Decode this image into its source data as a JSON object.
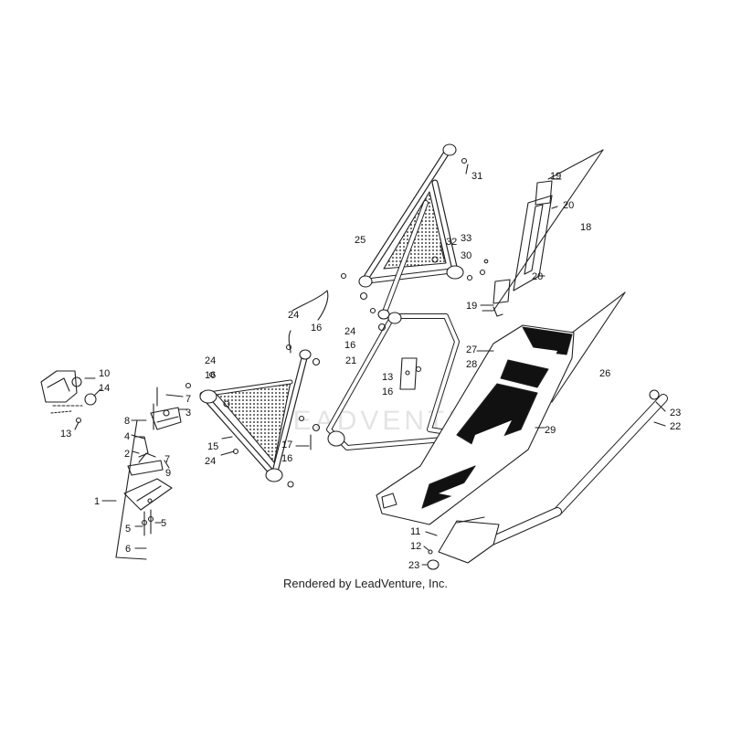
{
  "caption": "Rendered by LeadVenture, Inc.",
  "watermark": "LEADVENTURE",
  "callouts": [
    {
      "id": "c10",
      "text": "10"
    },
    {
      "id": "c14",
      "text": "14"
    },
    {
      "id": "c13a",
      "text": "13"
    },
    {
      "id": "c8",
      "text": "8"
    },
    {
      "id": "c7a",
      "text": "7"
    },
    {
      "id": "c3",
      "text": "3"
    },
    {
      "id": "c4",
      "text": "4"
    },
    {
      "id": "c2",
      "text": "2"
    },
    {
      "id": "c7b",
      "text": "7"
    },
    {
      "id": "c9",
      "text": "9"
    },
    {
      "id": "c1",
      "text": "1"
    },
    {
      "id": "c5a",
      "text": "5"
    },
    {
      "id": "c5b",
      "text": "5"
    },
    {
      "id": "c6",
      "text": "6"
    },
    {
      "id": "c24a",
      "text": "24"
    },
    {
      "id": "c16a",
      "text": "16"
    },
    {
      "id": "c15",
      "text": "15"
    },
    {
      "id": "c24b",
      "text": "24"
    },
    {
      "id": "c24c",
      "text": "24"
    },
    {
      "id": "c16b",
      "text": "16"
    },
    {
      "id": "c24d",
      "text": "24"
    },
    {
      "id": "c16c",
      "text": "16"
    },
    {
      "id": "c21",
      "text": "21"
    },
    {
      "id": "c13b",
      "text": "13"
    },
    {
      "id": "c16d",
      "text": "16"
    },
    {
      "id": "c17",
      "text": "17"
    },
    {
      "id": "c16e",
      "text": "16"
    },
    {
      "id": "c25",
      "text": "25"
    },
    {
      "id": "c31",
      "text": "31"
    },
    {
      "id": "c32",
      "text": "32"
    },
    {
      "id": "c33",
      "text": "33"
    },
    {
      "id": "c30",
      "text": "30"
    },
    {
      "id": "c19a",
      "text": "19"
    },
    {
      "id": "c20a",
      "text": "20"
    },
    {
      "id": "c18",
      "text": "18"
    },
    {
      "id": "c20b",
      "text": "20"
    },
    {
      "id": "c19b",
      "text": "19"
    },
    {
      "id": "c27",
      "text": "27"
    },
    {
      "id": "c28",
      "text": "28"
    },
    {
      "id": "c26",
      "text": "26"
    },
    {
      "id": "c29",
      "text": "29"
    },
    {
      "id": "c23a",
      "text": "23"
    },
    {
      "id": "c22",
      "text": "22"
    },
    {
      "id": "c11",
      "text": "11"
    },
    {
      "id": "c12",
      "text": "12"
    },
    {
      "id": "c23b",
      "text": "23"
    }
  ]
}
